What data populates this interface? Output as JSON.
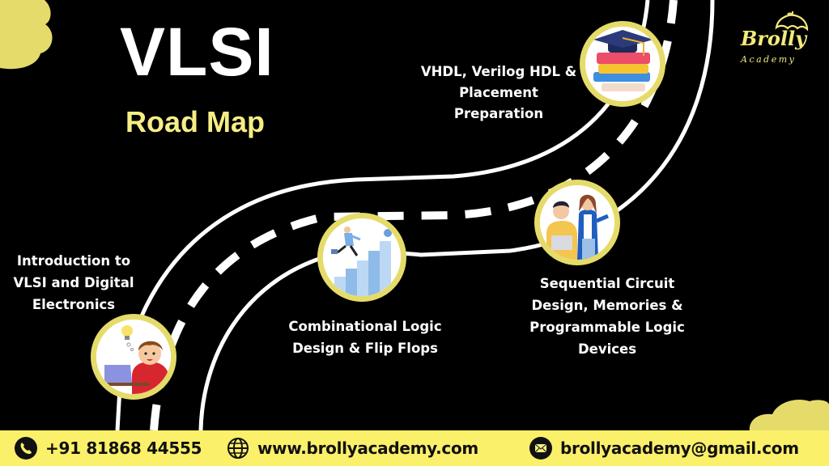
{
  "title": {
    "main": "VLSI",
    "subtitle": "Road Map"
  },
  "logo": {
    "brand": "Brolly",
    "sub": "Academy",
    "icon": "umbrella-icon"
  },
  "steps": [
    {
      "label_lines": [
        "Introduction to",
        "VLSI and Digital",
        "Electronics"
      ],
      "icon": "student-laptop-idea-illustration"
    },
    {
      "label_lines": [
        "Combinational Logic",
        "Design & Flip Flops"
      ],
      "icon": "man-climbing-stairs-illustration"
    },
    {
      "label_lines": [
        "Sequential Circuit",
        "Design, Memories &",
        "Programmable Logic",
        "Devices"
      ],
      "icon": "teacher-student-illustration"
    },
    {
      "label_lines": [
        "VHDL, Verilog HDL &",
        "Placement",
        "Preparation"
      ],
      "icon": "graduation-cap-books-illustration"
    }
  ],
  "footer": {
    "phone": {
      "icon": "phone-icon",
      "text": "+91 81868 44555"
    },
    "website": {
      "icon": "globe-icon",
      "text": "www.brollyacademy.com"
    },
    "email": {
      "icon": "mail-icon",
      "text": "brollyacademy@gmail.com"
    }
  },
  "colors": {
    "background": "#000000",
    "accent_yellow": "#f6ee84",
    "footer_yellow": "#fbf06a",
    "badge_ring": "#e5db6a",
    "road_line": "#ffffff"
  }
}
